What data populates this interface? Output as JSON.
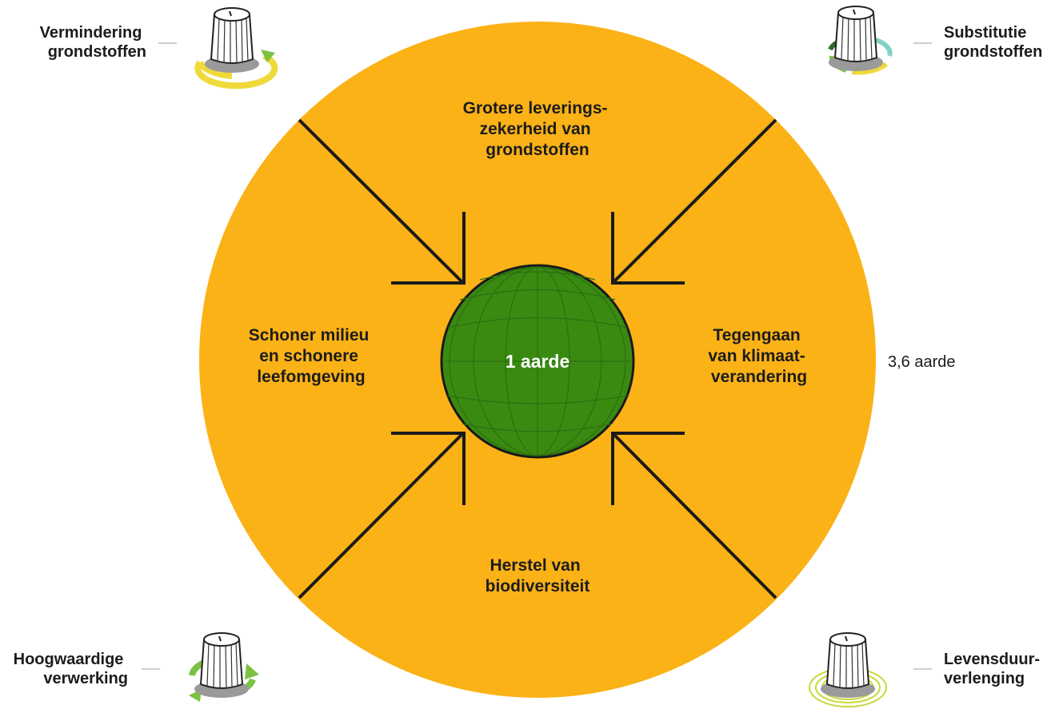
{
  "diagram": {
    "center_label": "1 aarde",
    "outer_label": "3,6 aarde",
    "segments": {
      "top": [
        "Grotere leverings-",
        "zekerheid van",
        "grondstoffen"
      ],
      "left": [
        "Schoner milieu",
        "en schonere",
        "leefomgeving"
      ],
      "right": [
        "Tegengaan",
        "van klimaat-",
        "verandering"
      ],
      "bottom": [
        "Herstel van",
        "biodiversiteit"
      ]
    },
    "knobs": {
      "top_left": [
        "Vermindering",
        "grondstoffen"
      ],
      "top_right": [
        "Substitutie",
        "grondstoffen"
      ],
      "bottom_left": [
        "Hoogwaardige",
        "verwerking"
      ],
      "bottom_right": [
        "Levensduur-",
        "verlenging"
      ]
    },
    "colors": {
      "outer_circle": "#fbb217",
      "globe": "#3a8a12",
      "lines": "#1a1a1a",
      "accent_yellow": "#f0d93a",
      "accent_green": "#7cc242",
      "accent_teal": "#7fd3c6",
      "accent_dark_green": "#2f6b2a"
    },
    "icons": [
      "knob-icon",
      "rotate-arrow-icon",
      "arrow-in-icon"
    ]
  }
}
